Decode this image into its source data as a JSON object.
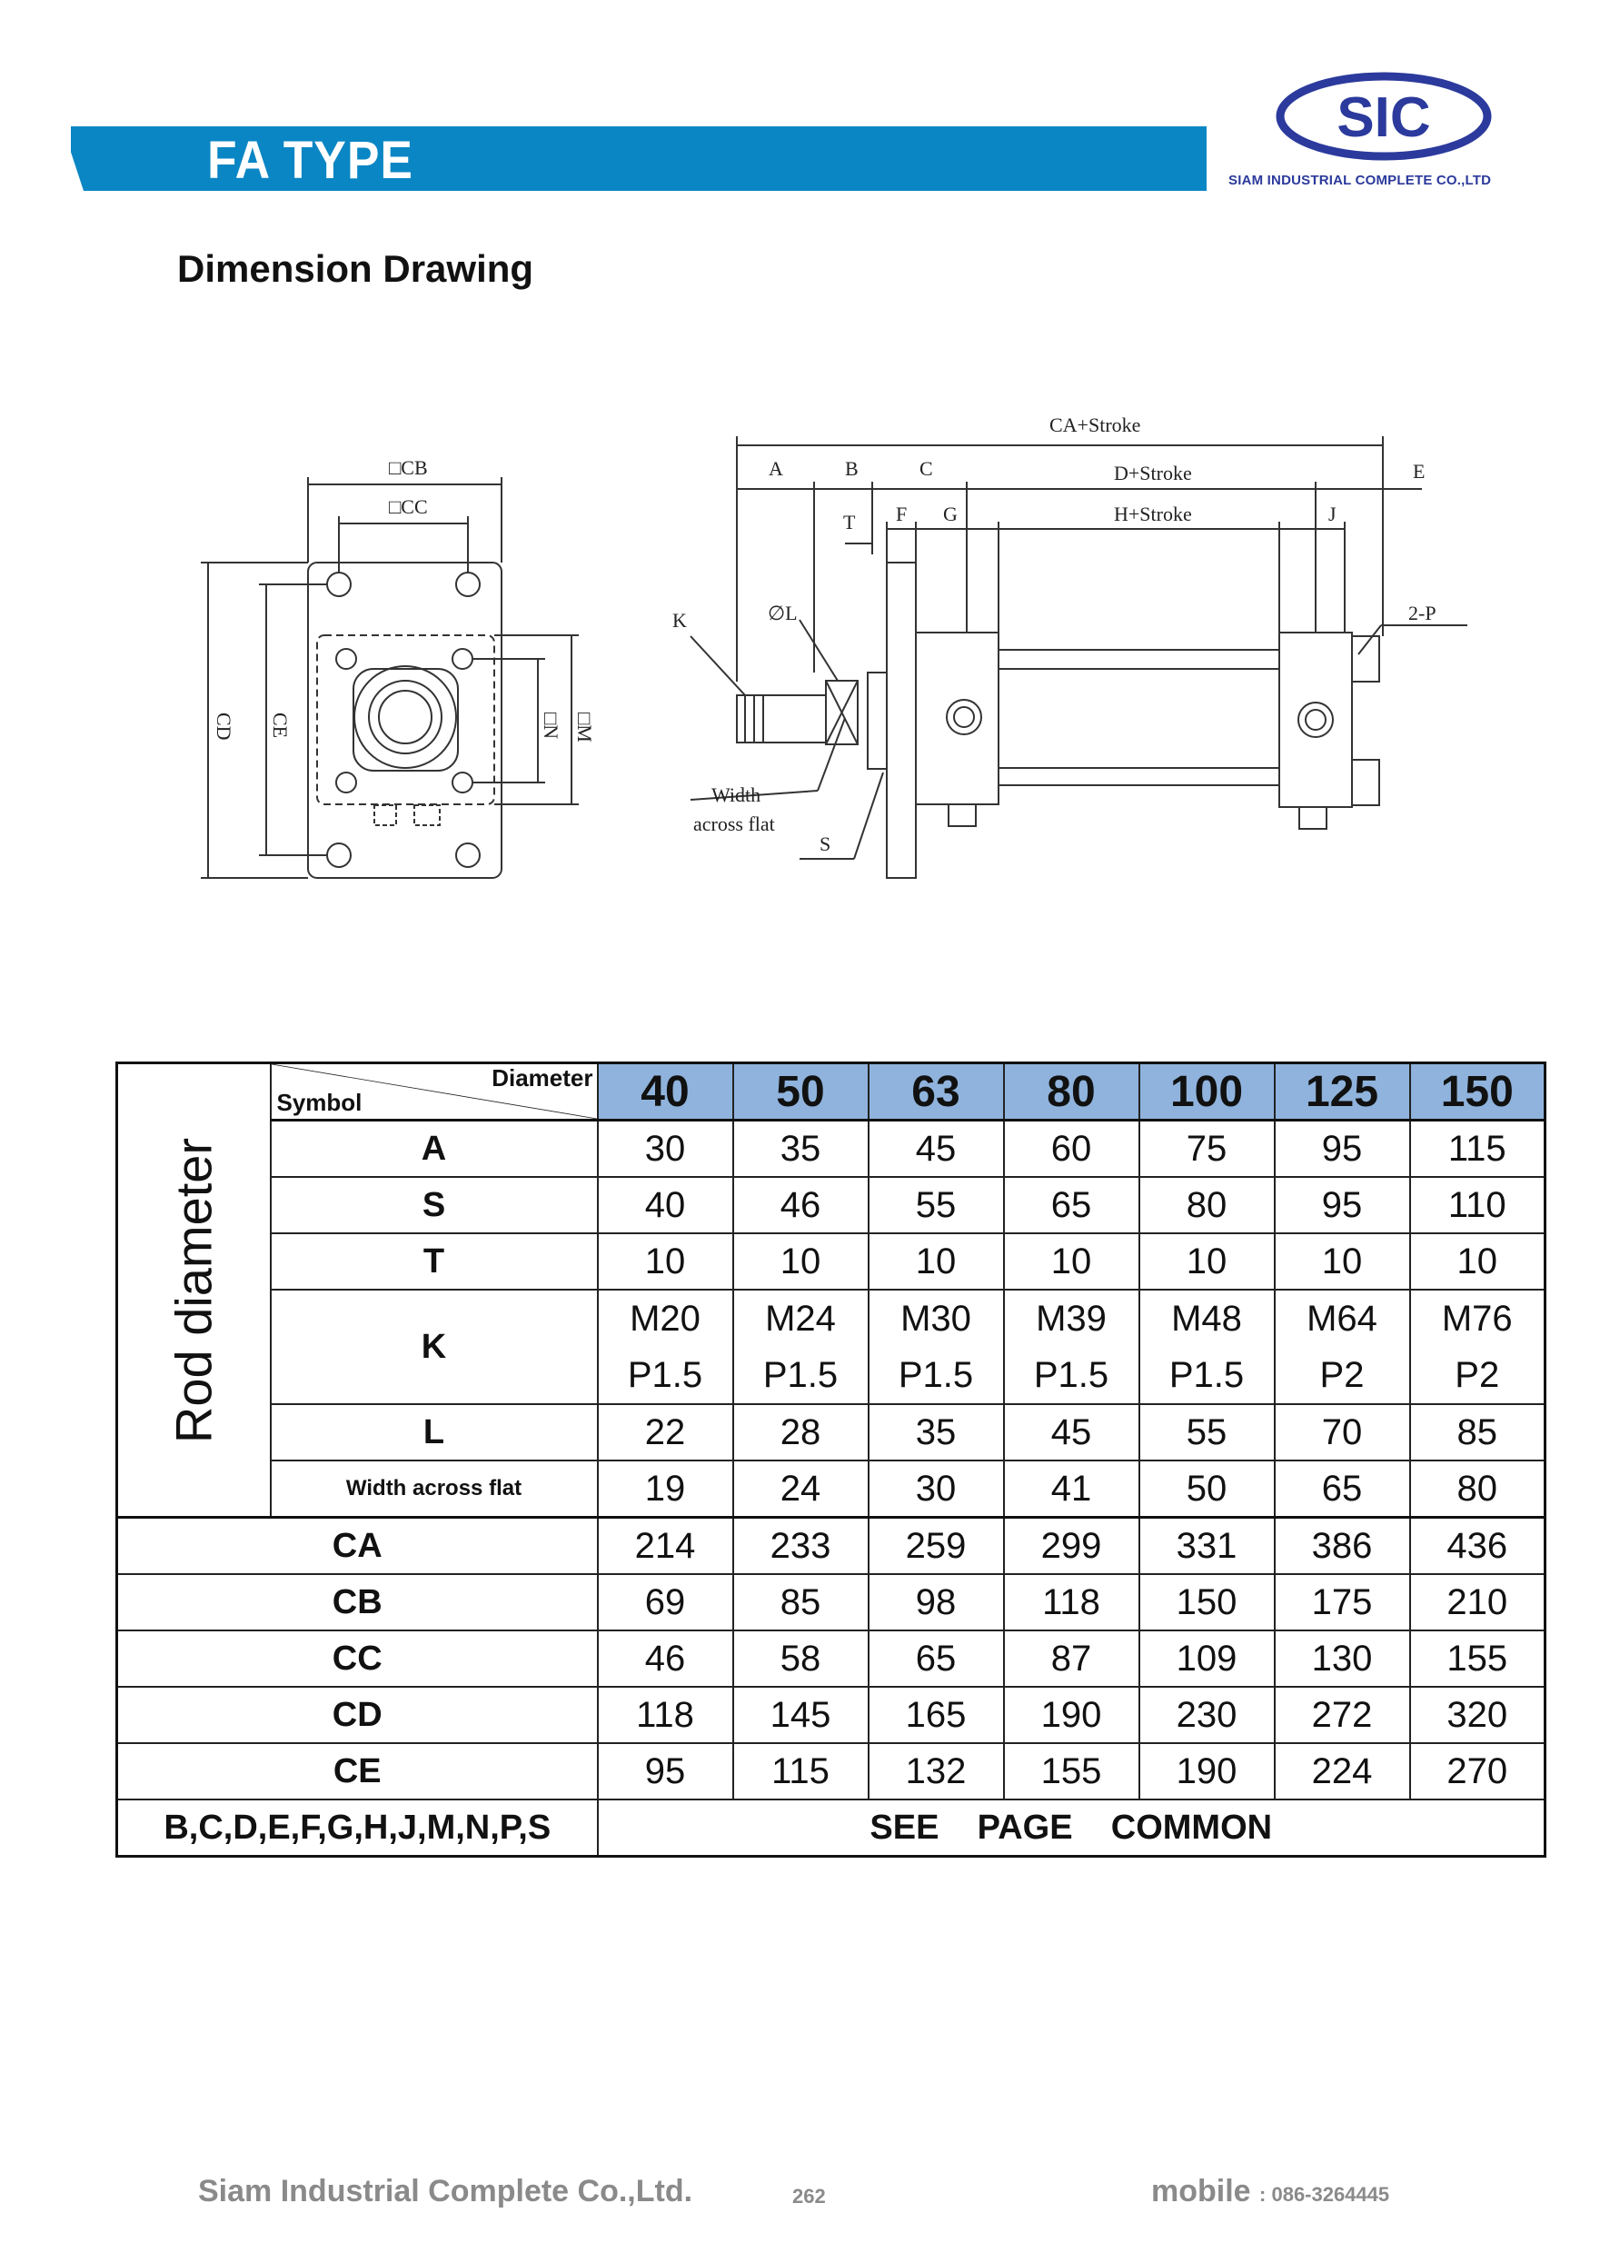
{
  "header": {
    "title": "FA TYPE"
  },
  "logo": {
    "mark": "SIC",
    "company": "SIAM INDUSTRIAL COMPLETE CO.,LTD",
    "color": "#2b3a9c"
  },
  "section_title": "Dimension  Drawing",
  "drawing_labels": {
    "cb": "□CB",
    "cc": "□CC",
    "cd": "CD",
    "ce": "CE",
    "n": "□N",
    "m": "□M",
    "ca_stroke": "CA+Stroke",
    "a": "A",
    "b": "B",
    "c": "C",
    "d_stroke": "D+Stroke",
    "e": "E",
    "t": "T",
    "f": "F",
    "g": "G",
    "h_stroke": "H+Stroke",
    "j": "J",
    "k": "K",
    "l": "∅L",
    "p": "2-P",
    "width1": "Width",
    "width2": "across flat",
    "s": "S"
  },
  "table": {
    "rod_label": "Rod diameter",
    "symbol_label": "Symbol",
    "diameter_label": "Diameter",
    "diameters": [
      "40",
      "50",
      "63",
      "80",
      "100",
      "125",
      "150"
    ],
    "rod_rows": [
      {
        "symbol": "A",
        "values": [
          "30",
          "35",
          "45",
          "60",
          "75",
          "95",
          "115"
        ]
      },
      {
        "symbol": "S",
        "values": [
          "40",
          "46",
          "55",
          "65",
          "80",
          "95",
          "110"
        ]
      },
      {
        "symbol": "T",
        "values": [
          "10",
          "10",
          "10",
          "10",
          "10",
          "10",
          "10"
        ]
      },
      {
        "symbol": "K",
        "values": [
          "M20 P1.5",
          "M24 P1.5",
          "M30 P1.5",
          "M39 P1.5",
          "M48 P1.5",
          "M64 P2",
          "M76 P2"
        ]
      },
      {
        "symbol": "L",
        "values": [
          "22",
          "28",
          "35",
          "45",
          "55",
          "70",
          "85"
        ]
      },
      {
        "symbol": "Width across flat",
        "values": [
          "19",
          "24",
          "30",
          "41",
          "50",
          "65",
          "80"
        ]
      }
    ],
    "rows": [
      {
        "symbol": "CA",
        "values": [
          "214",
          "233",
          "259",
          "299",
          "331",
          "386",
          "436"
        ]
      },
      {
        "symbol": "CB",
        "values": [
          "69",
          "85",
          "98",
          "118",
          "150",
          "175",
          "210"
        ]
      },
      {
        "symbol": "CC",
        "values": [
          "46",
          "58",
          "65",
          "87",
          "109",
          "130",
          "155"
        ]
      },
      {
        "symbol": "CD",
        "values": [
          "118",
          "145",
          "165",
          "190",
          "230",
          "272",
          "320"
        ]
      },
      {
        "symbol": "CE",
        "values": [
          "95",
          "115",
          "132",
          "155",
          "190",
          "224",
          "270"
        ]
      }
    ],
    "common_symbols": "B,C,D,E,F,G,H,J,M,N,P,S",
    "common_note": "SEE    PAGE    COMMON",
    "header_color": "#8fb3dc"
  },
  "footer": {
    "company": "Siam Industrial Complete Co.,Ltd.",
    "page": "262",
    "mobile_label": "mobile",
    "mobile_number": ": 086-3264445"
  }
}
